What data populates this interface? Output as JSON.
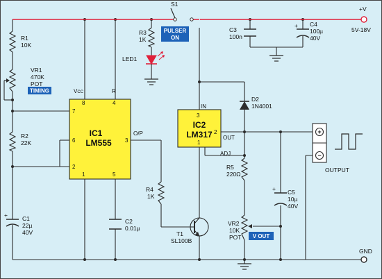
{
  "colors": {
    "background": "#d7eef6",
    "wire": "#2b2b2b",
    "supply_rail": "#e0203a",
    "ic_fill": "#fff23a",
    "tag_fill": "#1d62b8",
    "led": "#e0203a"
  },
  "rails": {
    "supply": {
      "label": "+V",
      "range": "5V-18V"
    },
    "ground": {
      "label": "GND"
    }
  },
  "switch": {
    "ref": "S1",
    "tag_line1": "PULSER",
    "tag_line2": "ON"
  },
  "ic1": {
    "ref": "IC1",
    "part": "LM555",
    "pins": {
      "p1": "1",
      "p2": "2",
      "p3": "3",
      "p4": "4",
      "p5": "5",
      "p6": "6",
      "p7": "7",
      "p8": "8"
    },
    "pin_labels": {
      "vcc_main": "V",
      "vcc_sub": "CC",
      "reset": "R",
      "output": "O/P"
    }
  },
  "ic2": {
    "ref": "IC2",
    "part": "LM317",
    "pins": {
      "p1": "1",
      "p2": "2",
      "p3": "3"
    },
    "pin_labels": {
      "in": "IN",
      "out": "OUT",
      "adj": "ADJ"
    }
  },
  "components": {
    "r1": {
      "ref": "R1",
      "value": "10K"
    },
    "vr1": {
      "ref": "VR1",
      "value": "470K",
      "type": "POT",
      "tag": "TIMING"
    },
    "r2": {
      "ref": "R2",
      "value": "22K"
    },
    "c1": {
      "ref": "C1",
      "value": "22µ",
      "voltage": "40V",
      "plus": "+"
    },
    "c2": {
      "ref": "C2",
      "value": "0.01µ"
    },
    "r3": {
      "ref": "R3",
      "value": "1K"
    },
    "led1": {
      "ref": "LED1"
    },
    "r4": {
      "ref": "R4",
      "value": "1K"
    },
    "t1": {
      "ref": "T1",
      "part": "SL100B"
    },
    "c3": {
      "ref": "C3",
      "value": "100n"
    },
    "c4": {
      "ref": "C4",
      "value": "100µ",
      "voltage": "40V",
      "plus": "+"
    },
    "d2": {
      "ref": "D2",
      "part": "1N4001"
    },
    "r5": {
      "ref": "R5",
      "value": "220Ω"
    },
    "c5": {
      "ref": "C5",
      "value": "10µ",
      "voltage": "40V",
      "plus": "+"
    },
    "vr2": {
      "ref": "VR2",
      "value": "10K",
      "type": "POT",
      "tag": "V OUT"
    }
  },
  "output": {
    "label": "OUTPUT",
    "plus": "+",
    "minus": "−"
  }
}
